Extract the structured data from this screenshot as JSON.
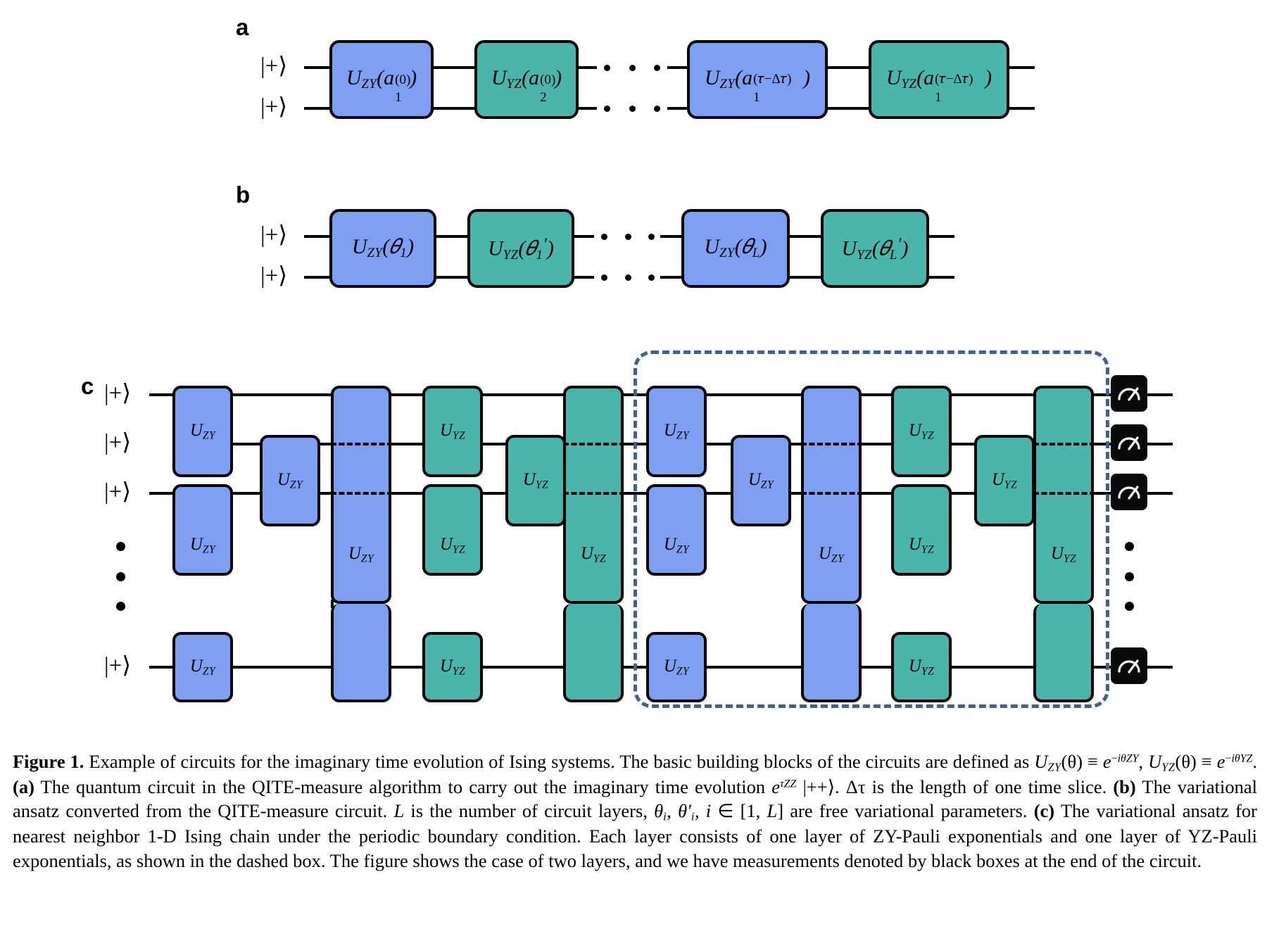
{
  "figure": {
    "panels": [
      {
        "letter": "a"
      },
      {
        "letter": "b"
      },
      {
        "letter": "c"
      }
    ]
  },
  "panel_a": {
    "letter": "a",
    "input_labels": [
      "|+⟩",
      "|+⟩"
    ],
    "gates": [
      {
        "name": "U",
        "sub": "ZY",
        "arg_base": "a",
        "arg_sub": "1",
        "arg_sup": "(0)",
        "color": "#7f9ff2",
        "type": "blue"
      },
      {
        "name": "U",
        "sub": "YZ",
        "arg_base": "a",
        "arg_sub": "2",
        "arg_sup": "(0)",
        "color": "#49b5ab",
        "type": "teal"
      },
      {
        "name": "U",
        "sub": "ZY",
        "arg_base": "a",
        "arg_sub": "1",
        "arg_sup": "(τ−Δτ)",
        "color": "#7f9ff2",
        "type": "blue"
      },
      {
        "name": "U",
        "sub": "YZ",
        "arg_base": "a",
        "arg_sub": "1",
        "arg_sup": "(τ−Δτ)",
        "color": "#49b5ab",
        "type": "teal"
      }
    ],
    "ellipsis": "• • •"
  },
  "panel_b": {
    "letter": "b",
    "input_labels": [
      "|+⟩",
      "|+⟩"
    ],
    "gates": [
      {
        "name": "U",
        "sub": "ZY",
        "arg": "θ",
        "arg_sub": "1",
        "prime": "",
        "type": "blue"
      },
      {
        "name": "U",
        "sub": "YZ",
        "arg": "θ",
        "arg_sub": "1",
        "prime": "′",
        "type": "teal"
      },
      {
        "name": "U",
        "sub": "ZY",
        "arg": "θ",
        "arg_sub": "L",
        "prime": "",
        "type": "blue"
      },
      {
        "name": "U",
        "sub": "YZ",
        "arg": "θ",
        "arg_sub": "L",
        "prime": "′",
        "type": "teal"
      }
    ],
    "ellipsis": "• • •"
  },
  "panel_c": {
    "letter": "c",
    "input_labels": [
      "|+⟩",
      "|+⟩",
      "|+⟩",
      "|+⟩"
    ],
    "gate_zy_label": "U",
    "gate_zy_sub": "ZY",
    "gate_yz_label": "U",
    "gate_yz_sub": "YZ",
    "measure_icon": "measure-gauge-icon",
    "measure_count": 4,
    "dashed_box_color": "#3e5f9e",
    "vertical_ellipsis": "⋮"
  },
  "colors": {
    "blue_gate": "#7f9ff2",
    "teal_gate": "#49b5ab",
    "dashed_box": "#3e5f9e",
    "measure_box": "#0a0a0a",
    "wire": "#000000"
  },
  "caption": {
    "lines": [
      "Figure 1.  Example of circuits for the imaginary time evolution of Ising systems.  The basic building blocks of the circuits",
      "are defined as UZY(θ) ≡ e⁻ⁱᵒᶻʸ, UYZ(θ) ≡ e⁻ⁱᵒʸᶻ.  (a) The quantum circuit in the QITE-measure algorithm to carry out",
      "the imaginary time evolution eᵗᶻᶻ |++⟩.  Δτ is the length of one time slice.  (b) The variational ansatz converted from the",
      "QITE-measure circuit.  L is the number of circuit layers, θᵢ, θ′ᵢ, i ∈ [1, L] are free variational parameters.  (c) The variational",
      "ansatz for nearest neighbor 1-D Ising chain under the periodic boundary condition. Each layer consists of one layer of ZY-Pauli",
      "exponentials and one layer of YZ-Pauli exponentials, as shown in the dashed box. The figure shows the case of two layers, and",
      "we have measurements denoted by black boxes at the end of the circuit."
    ],
    "figure_number": "Figure 1.",
    "text_full": "Figure 1. Example of circuits for the imaginary time evolution of Ising systems. The basic building blocks of the circuits are defined as UZY(θ) ≡ e⁻ⁱθZY, UYZ(θ) ≡ e⁻ⁱθYZ. (a) The quantum circuit in the QITE-measure algorithm to carry out the imaginary time evolution eτZZ|++⟩. Δτ is the length of one time slice. (b) The variational ansatz converted from the QITE-measure circuit. L is the number of circuit layers, θi, θ′i, i ∈ [1, L] are free variational parameters. (c) The variational ansatz for nearest neighbor 1-D Ising chain under the periodic boundary condition. Each layer consists of one layer of ZY-Pauli exponentials and one layer of YZ-Pauli exponentials, as shown in the dashed box. The figure shows the case of two layers, and we have measurements denoted by black boxes at the end of the circuit."
  }
}
